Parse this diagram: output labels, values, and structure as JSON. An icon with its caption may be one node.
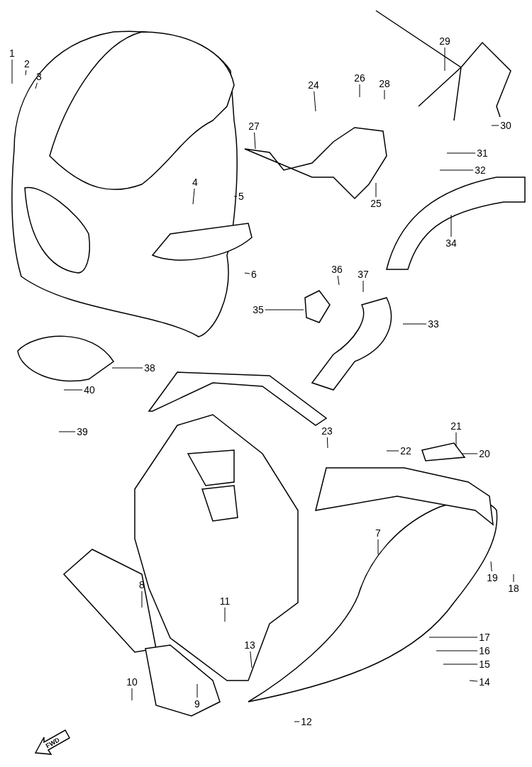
{
  "diagram": {
    "nodes": [
      {
        "text": [
          "1"
        ]
      },
      {
        "text": [
          "2"
        ]
      },
      {
        "text": [
          "3"
        ]
      },
      {
        "text": [
          "4"
        ]
      },
      {
        "text": [
          "5"
        ]
      },
      {
        "text": [
          "6"
        ]
      },
      {
        "text": [
          "7"
        ]
      },
      {
        "text": [
          "8"
        ]
      },
      {
        "text": [
          "9"
        ]
      },
      {
        "text": [
          "10"
        ]
      },
      {
        "text": [
          "11"
        ]
      },
      {
        "text": [
          "12"
        ]
      },
      {
        "text": [
          "13"
        ]
      },
      {
        "text": [
          "14"
        ]
      },
      {
        "text": [
          "15"
        ]
      },
      {
        "text": [
          "16"
        ]
      },
      {
        "text": [
          "17"
        ]
      },
      {
        "text": [
          "18"
        ]
      },
      {
        "text": [
          "19"
        ]
      },
      {
        "text": [
          "20"
        ]
      },
      {
        "text": [
          "21"
        ]
      },
      {
        "text": [
          "22"
        ]
      },
      {
        "text": [
          "23"
        ]
      },
      {
        "text": [
          "24"
        ]
      },
      {
        "text": [
          "25"
        ]
      },
      {
        "text": [
          "26"
        ]
      },
      {
        "text": [
          "27"
        ]
      },
      {
        "text": [
          "28"
        ]
      },
      {
        "text": [
          "29"
        ]
      },
      {
        "text": [
          "30"
        ]
      },
      {
        "text": [
          "31"
        ]
      },
      {
        "text": [
          "32"
        ]
      },
      {
        "text": [
          "33"
        ]
      },
      {
        "text": [
          "34"
        ]
      },
      {
        "text": [
          "35"
        ]
      },
      {
        "text": [
          "36"
        ]
      },
      {
        "text": [
          "37"
        ]
      },
      {
        "text": [
          "38"
        ]
      },
      {
        "text": [
          "39"
        ]
      },
      {
        "text": [
          "40"
        ]
      }
    ],
    "edges": [
      {
        "from": 0,
        "to": null,
        "arrow": "none"
      },
      {
        "from": 1,
        "to": null,
        "arrow": "none"
      },
      {
        "from": 2,
        "to": null,
        "arrow": "none"
      },
      {
        "from": 3,
        "to": null,
        "arrow": "none"
      },
      {
        "from": 4,
        "to": null,
        "arrow": "none"
      },
      {
        "from": 5,
        "to": null,
        "arrow": "none"
      },
      {
        "from": 6,
        "to": null,
        "arrow": "none"
      },
      {
        "from": 7,
        "to": null,
        "arrow": "none"
      },
      {
        "from": 8,
        "to": null,
        "arrow": "none"
      },
      {
        "from": 9,
        "to": null,
        "arrow": "none"
      },
      {
        "from": 10,
        "to": null,
        "arrow": "none"
      },
      {
        "from": 11,
        "to": null,
        "arrow": "none"
      },
      {
        "from": 12,
        "to": null,
        "arrow": "none"
      },
      {
        "from": 13,
        "to": null,
        "arrow": "none"
      },
      {
        "from": 14,
        "to": null,
        "arrow": "none"
      },
      {
        "from": 15,
        "to": null,
        "arrow": "none"
      },
      {
        "from": 16,
        "to": null,
        "arrow": "none"
      },
      {
        "from": 17,
        "to": null,
        "arrow": "none"
      },
      {
        "from": 18,
        "to": null,
        "arrow": "none"
      },
      {
        "from": 19,
        "to": null,
        "arrow": "none"
      },
      {
        "from": 20,
        "to": null,
        "arrow": "none"
      },
      {
        "from": 21,
        "to": null,
        "arrow": "none"
      },
      {
        "from": 22,
        "to": null,
        "arrow": "none"
      },
      {
        "from": 23,
        "to": null,
        "arrow": "none"
      },
      {
        "from": 24,
        "to": null,
        "arrow": "none"
      },
      {
        "from": 25,
        "to": null,
        "arrow": "none"
      },
      {
        "from": 26,
        "to": null,
        "arrow": "none"
      },
      {
        "from": 27,
        "to": null,
        "arrow": "none"
      },
      {
        "from": 28,
        "to": null,
        "arrow": "none"
      },
      {
        "from": 29,
        "to": null,
        "arrow": "none"
      },
      {
        "from": 30,
        "to": null,
        "arrow": "none"
      },
      {
        "from": 31,
        "to": null,
        "arrow": "none"
      },
      {
        "from": 32,
        "to": null,
        "arrow": "none"
      },
      {
        "from": 33,
        "to": null,
        "arrow": "none"
      },
      {
        "from": 34,
        "to": null,
        "arrow": "none"
      },
      {
        "from": 35,
        "to": null,
        "arrow": "none"
      },
      {
        "from": 36,
        "to": null,
        "arrow": "none"
      },
      {
        "from": 37,
        "to": null,
        "arrow": "none"
      },
      {
        "from": 38,
        "to": null,
        "arrow": "none"
      },
      {
        "from": 39,
        "to": null,
        "arrow": "none"
      }
    ],
    "labels": [
      "FWD"
    ]
  }
}
